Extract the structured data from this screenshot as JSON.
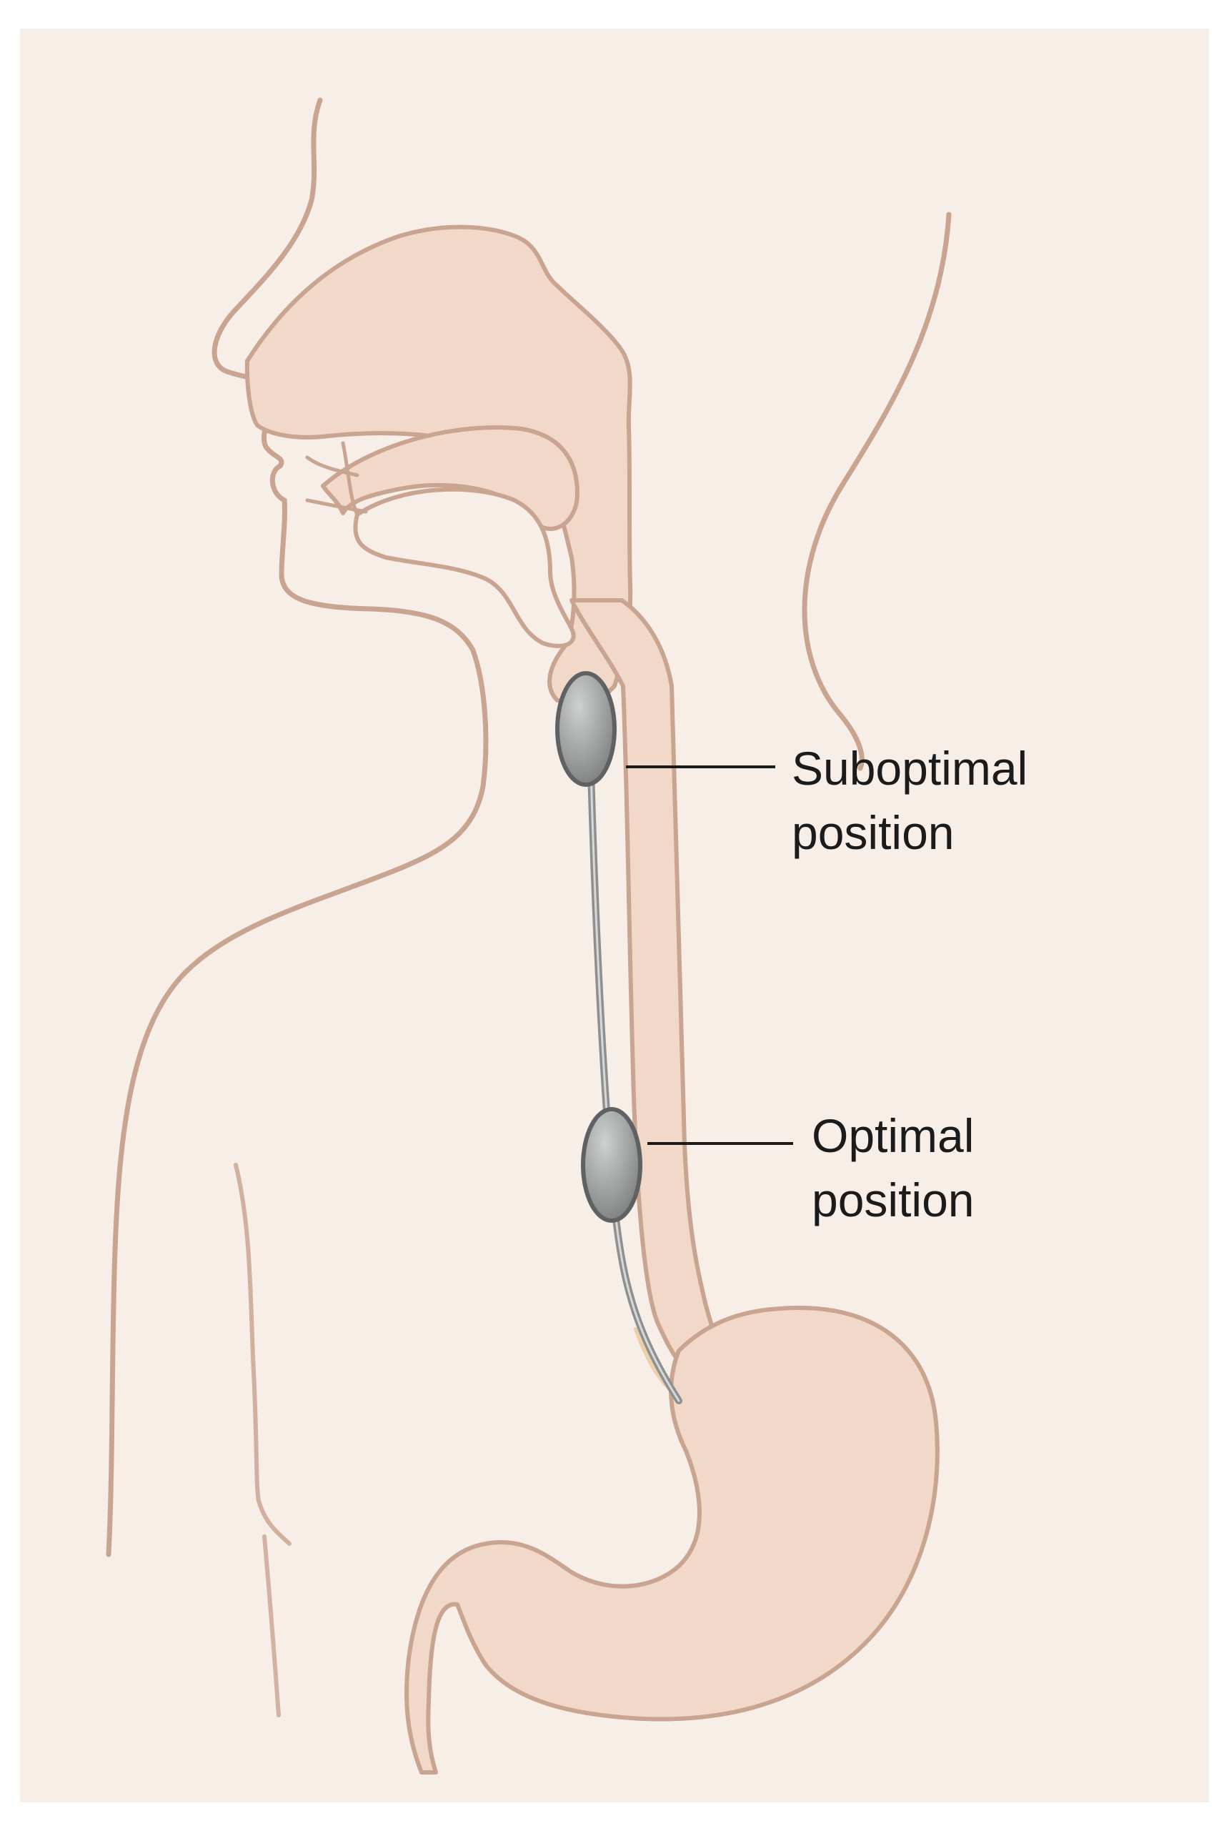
{
  "labels": {
    "suboptimal": {
      "line1": "Suboptimal",
      "line2": "position"
    },
    "optimal": {
      "line1": "Optimal",
      "line2": "position"
    }
  },
  "colors": {
    "page_background": "#ffffff",
    "panel_background": "#f6eee7",
    "outline": "#c9a490",
    "tract_fill": "#f2d8c9",
    "tract_inner": "#efcbb9",
    "balloon_fill": "#9a9b9b",
    "balloon_highlight": "#c8c9c9",
    "balloon_outline": "#5f6162",
    "catheter": "#8e8f8f",
    "leader_line": "#1b1b1b",
    "text": "#1b1b1b"
  }
}
